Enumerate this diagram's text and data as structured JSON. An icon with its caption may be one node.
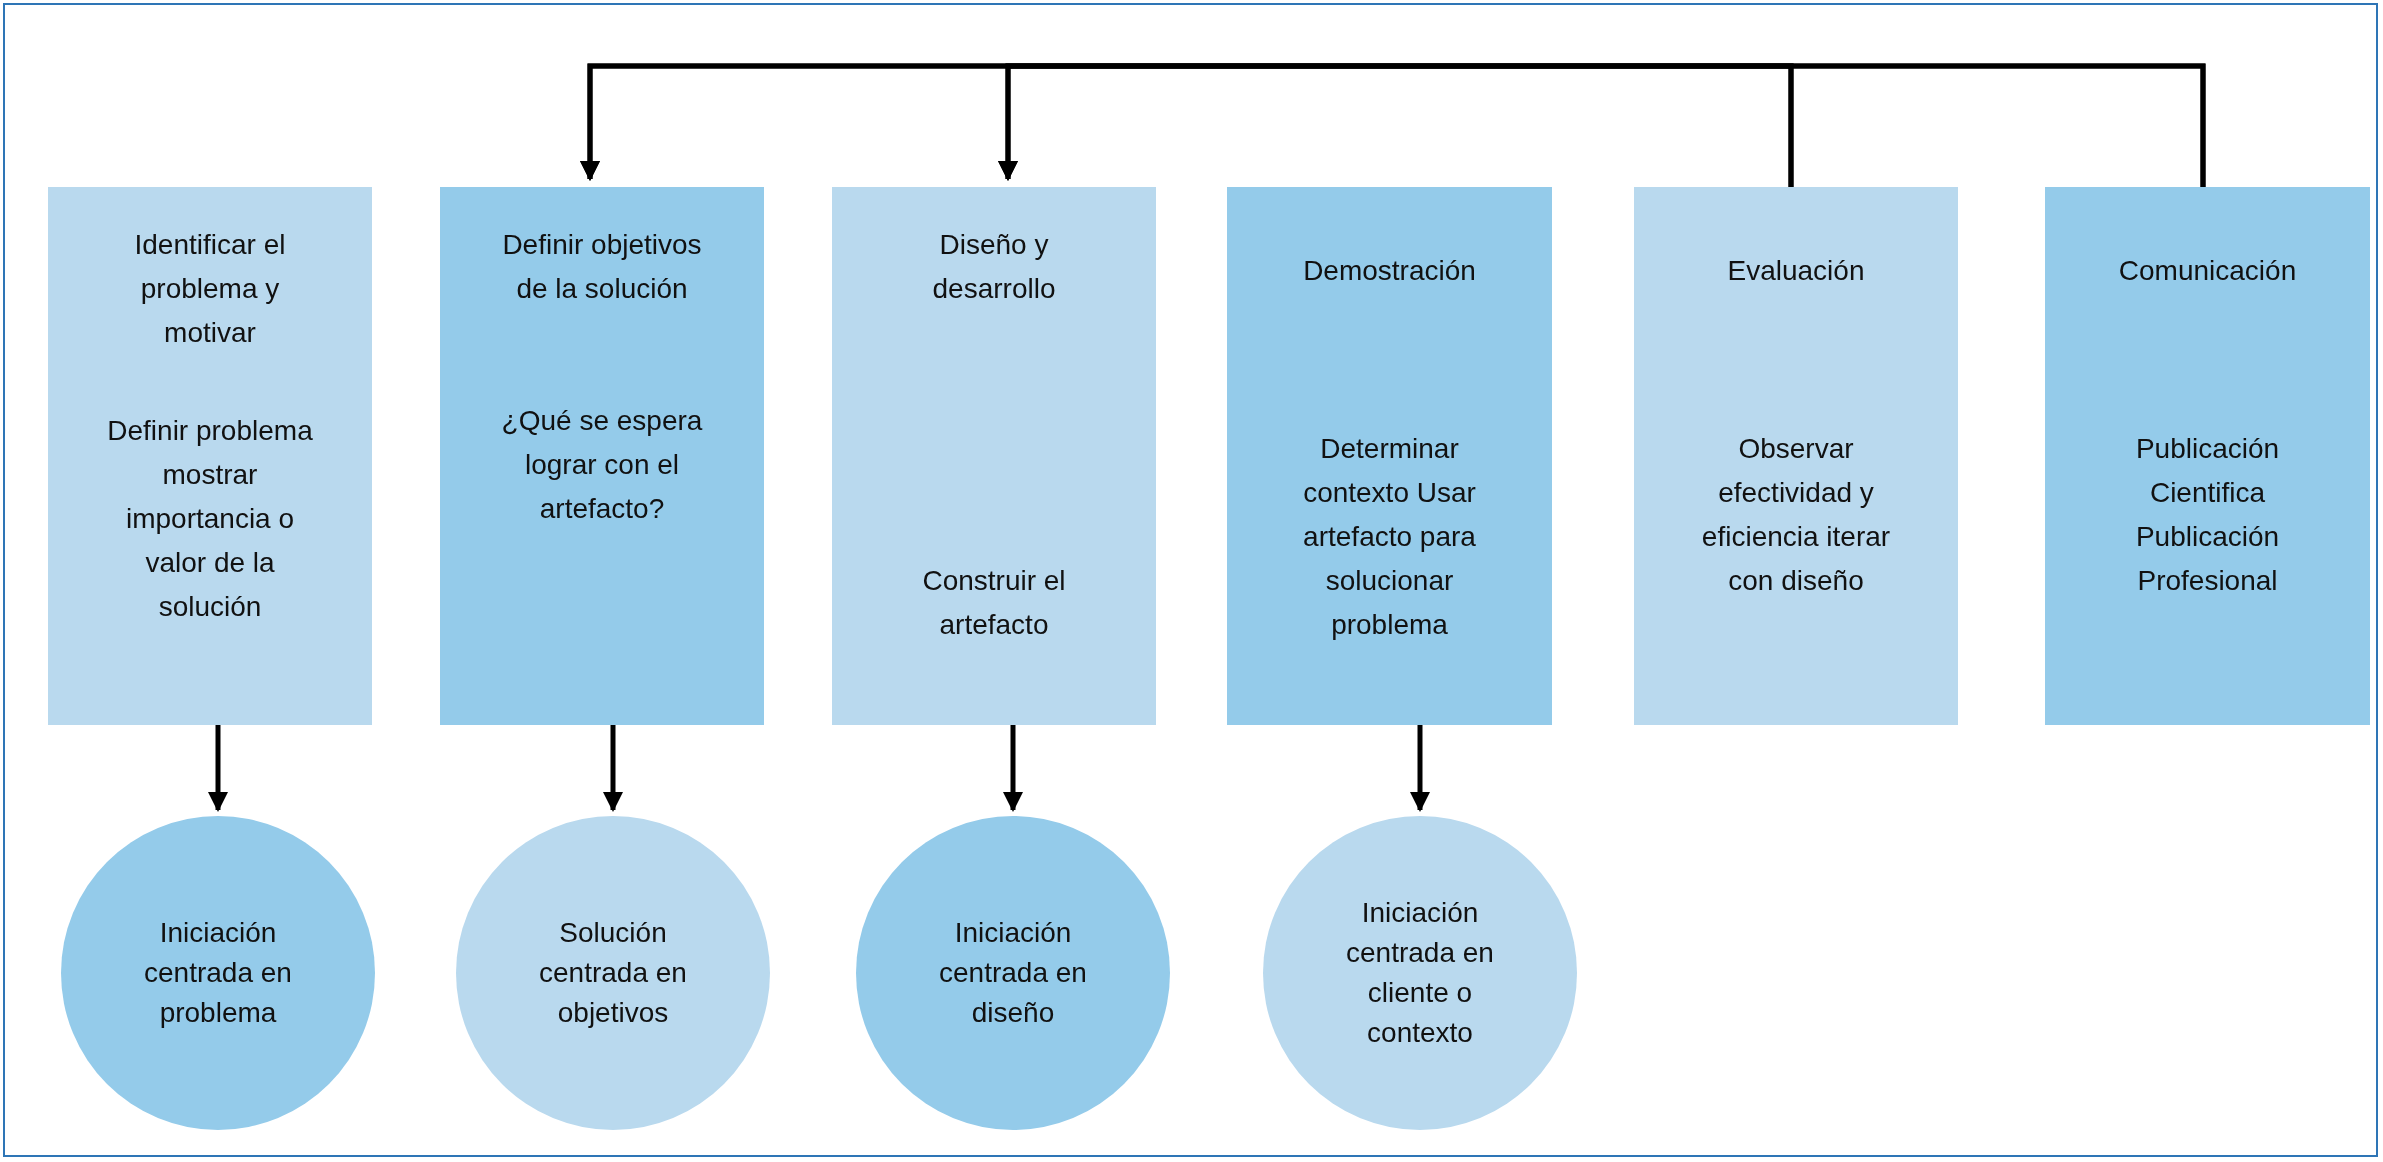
{
  "diagram": {
    "nodes": [
      {
        "text": [
          "Identificar el problema y motivar",
          "Definir problema mostrar importancia o valor de la solución"
        ]
      },
      {
        "text": [
          "Definir objetivos de la solución",
          "¿Qué se espera lograr con el artefacto?"
        ]
      },
      {
        "text": [
          "Diseño y desarrollo",
          "Construir el artefacto"
        ]
      },
      {
        "text": [
          "Demostración",
          "Determinar contexto Usar artefacto para solucionar problema"
        ]
      },
      {
        "text": [
          "Evaluación",
          "Observar efectividad y eficiencia iterar con diseño"
        ]
      },
      {
        "text": [
          "Comunicación",
          "Publicación Cientifica Publicación Profesional"
        ]
      },
      {
        "text": [
          "Iniciación centrada en problema"
        ]
      },
      {
        "text": [
          "Solución centrada en objetivos"
        ]
      },
      {
        "text": [
          "Iniciación centrada en diseño"
        ]
      },
      {
        "text": [
          "Iniciación centrada en cliente o contexto"
        ]
      }
    ],
    "edges": [
      {
        "from": 4,
        "to": 1,
        "arrow": "to"
      },
      {
        "from": 4,
        "to": 2,
        "arrow": "to"
      },
      {
        "from": 5,
        "to": 1,
        "arrow": "to"
      },
      {
        "from": 5,
        "to": 2,
        "arrow": "to"
      },
      {
        "from": 0,
        "to": 6,
        "arrow": "to"
      },
      {
        "from": 1,
        "to": 7,
        "arrow": "to"
      },
      {
        "from": 2,
        "to": 8,
        "arrow": "to"
      },
      {
        "from": 3,
        "to": 9,
        "arrow": "to"
      }
    ]
  }
}
